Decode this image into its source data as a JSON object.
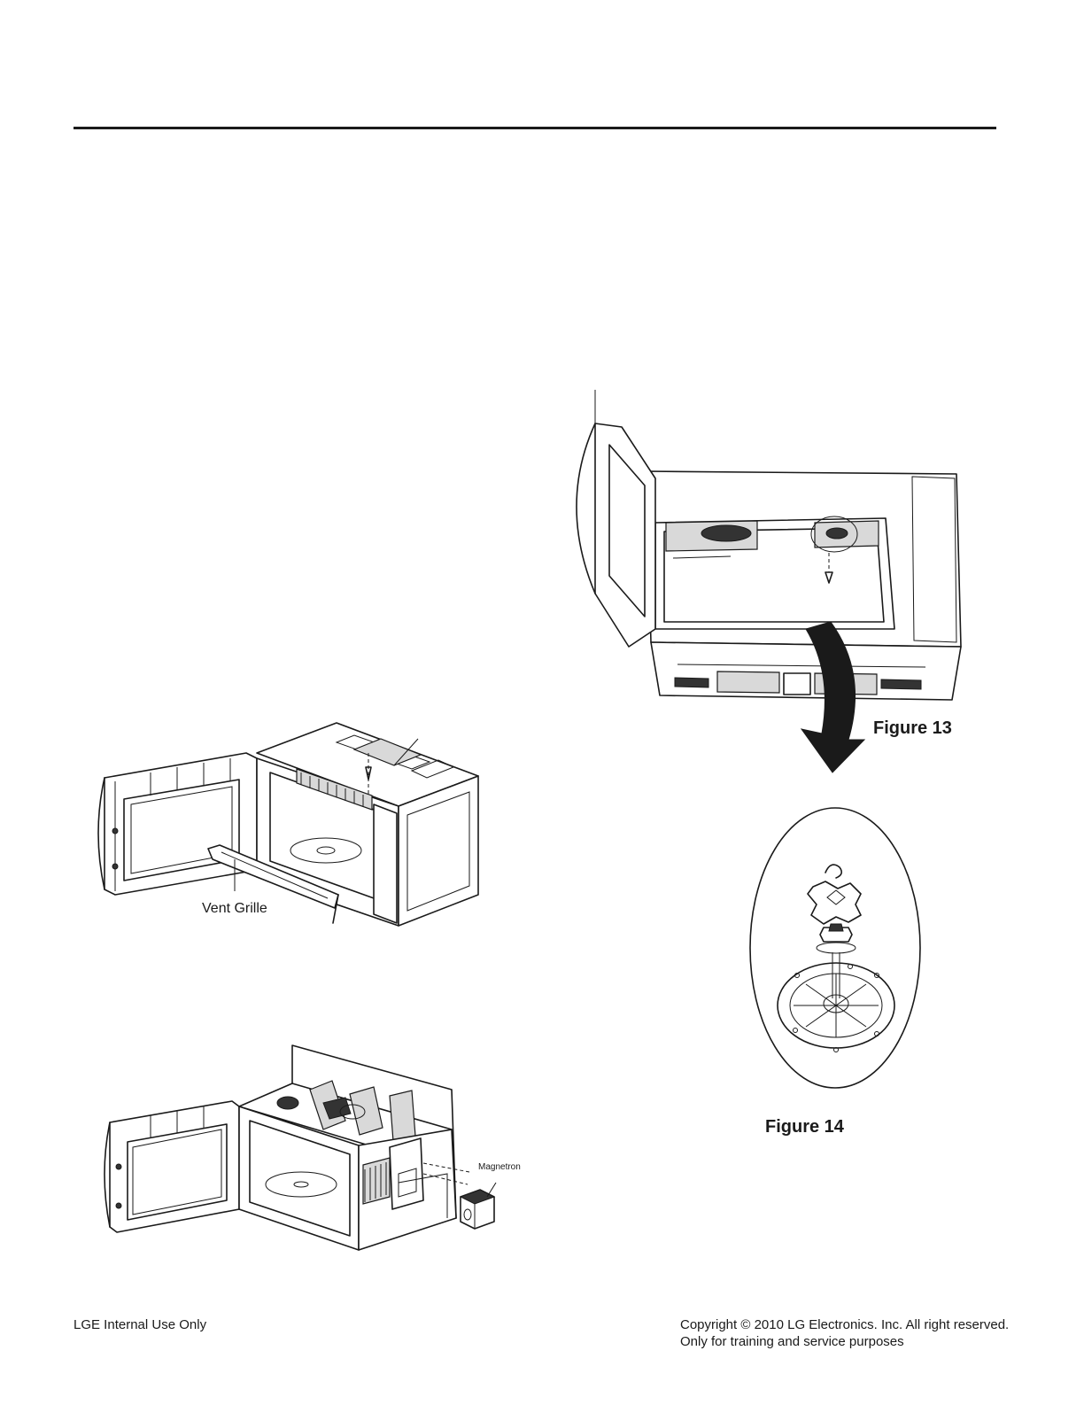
{
  "figures": {
    "vent_grille": {
      "label": "Vent Grille"
    },
    "magnetron": {
      "label": "Magnetron"
    },
    "figure13": {
      "caption": "Figure 13"
    },
    "figure14": {
      "caption": "Figure 14"
    }
  },
  "footer": {
    "left": "LGE Internal Use Only",
    "right_line1": "Copyright © 2010 LG Electronics. Inc. All right reserved.",
    "right_line2": "Only for training and service purposes"
  }
}
